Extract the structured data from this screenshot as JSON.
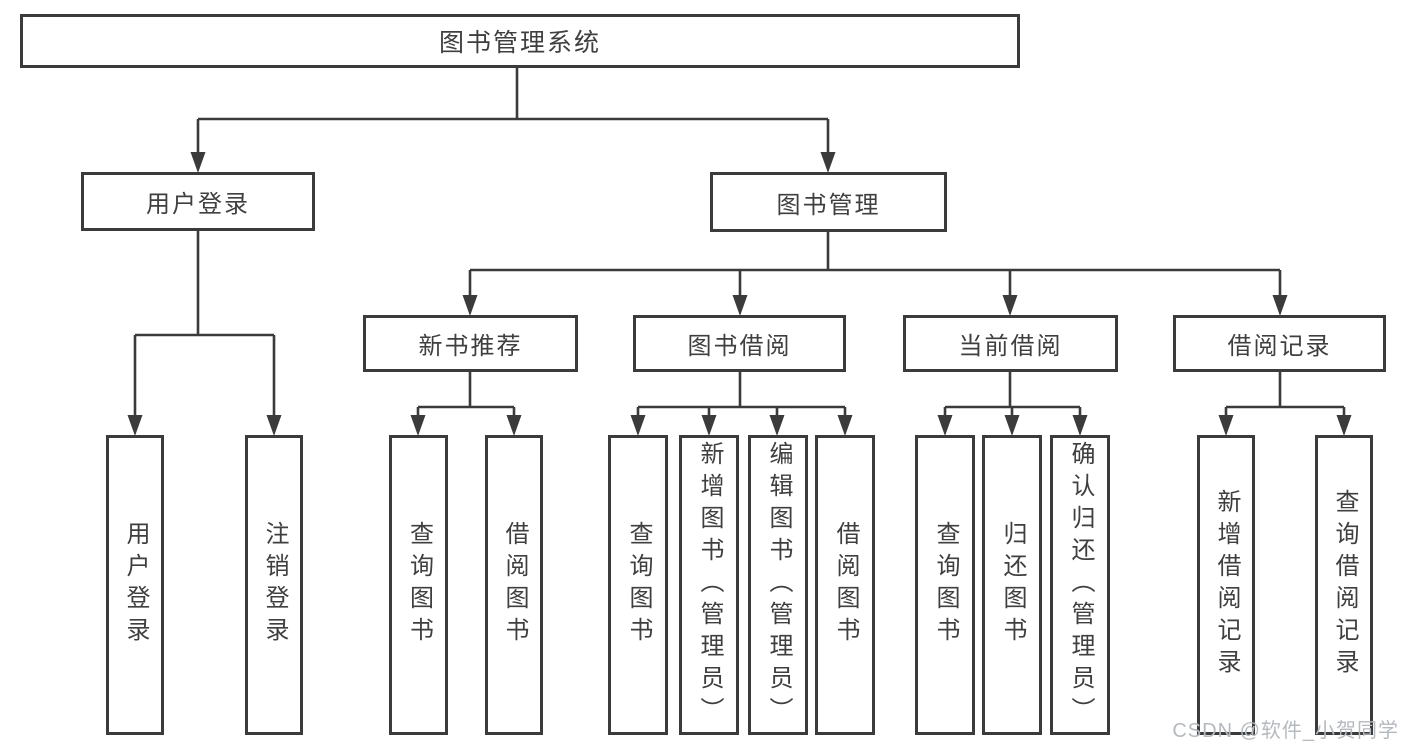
{
  "tree": {
    "label": "图书管理系统",
    "children": [
      {
        "label": "用户登录",
        "children": [
          {
            "label": "用户登录"
          },
          {
            "label": "注销登录"
          }
        ]
      },
      {
        "label": "图书管理",
        "children": [
          {
            "label": "新书推荐",
            "children": [
              {
                "label": "查询图书"
              },
              {
                "label": "借阅图书"
              }
            ]
          },
          {
            "label": "图书借阅",
            "children": [
              {
                "label": "查询图书"
              },
              {
                "label": "新增图书（管理员）"
              },
              {
                "label": "编辑图书（管理员）"
              },
              {
                "label": "借阅图书"
              }
            ]
          },
          {
            "label": "当前借阅",
            "children": [
              {
                "label": "查询图书"
              },
              {
                "label": "归还图书"
              },
              {
                "label": "确认归还（管理员）"
              }
            ]
          },
          {
            "label": "借阅记录",
            "children": [
              {
                "label": "新增借阅记录"
              },
              {
                "label": "查询借阅记录"
              }
            ]
          }
        ]
      }
    ]
  },
  "watermark": {
    "text": "CSDN @软件_小贺同学"
  },
  "colors": {
    "line": "#3b3b3b",
    "box_border": "#3b3b3b",
    "box_fill": "#ffffff",
    "text": "#3f3f3f",
    "watermark": "#b5bac0",
    "background": "#ffffff"
  }
}
